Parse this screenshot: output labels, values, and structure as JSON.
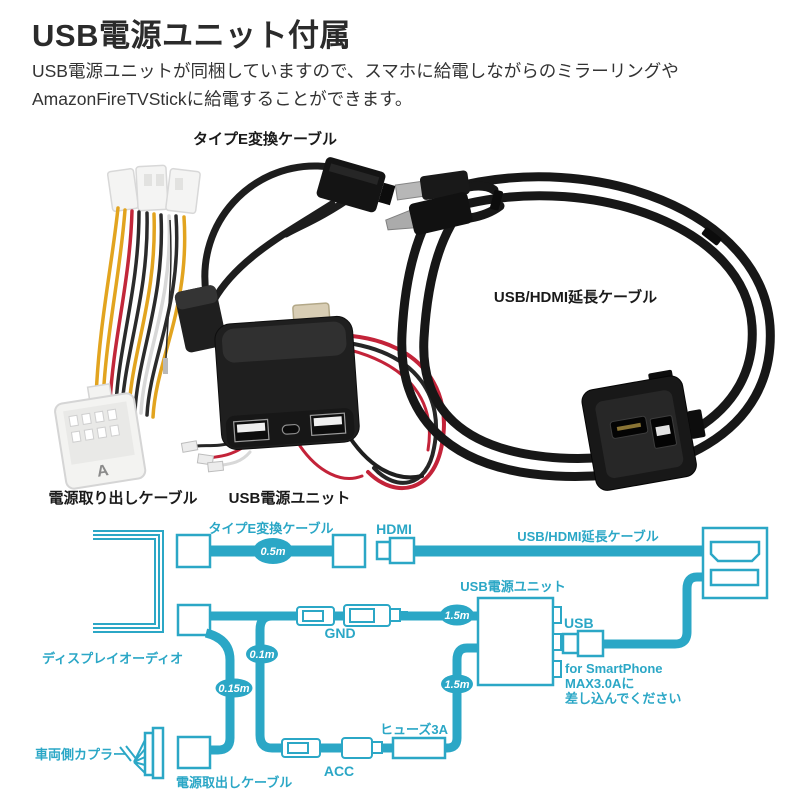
{
  "page": {
    "background": "#ffffff"
  },
  "header": {
    "title": "USB電源ユニット付属",
    "description_line1": "USB電源ユニットが同梱していますので、スマホに給電しながらのミラーリングや",
    "description_line2": "AmazonFireTVStickに給電することができます。"
  },
  "photo": {
    "labels": {
      "type_e_cable": "タイプE変換ケーブル",
      "usb_hdmi_cable": "USB/HDMI延長ケーブル",
      "power_takeout_cable": "電源取り出しケーブル",
      "usb_unit": "USB電源ユニット"
    },
    "connector_marking": "A"
  },
  "diagram": {
    "accent_color": "#2ba7c6",
    "labels": {
      "type_e_cable": "タイプE変換ケーブル",
      "hdmi": "HDMI",
      "usb_hdmi_cable": "USB/HDMI延長ケーブル",
      "usb_unit": "USB電源ユニット",
      "display_audio": "ディスプレイオーディオ",
      "gnd": "GND",
      "usb": "USB",
      "smartphone_note_1": "for SmartPhone",
      "smartphone_note_2": "MAX3.0Aに",
      "smartphone_note_3": "差し込んでください",
      "fuse": "ヒューズ3A",
      "acc": "ACC",
      "vehicle_coupler": "車両側カプラー",
      "power_takeout_cable": "電源取出しケーブル"
    },
    "lengths": {
      "type_e": "0.5m",
      "gnd_branch": "0.1m",
      "takeout": "0.15m",
      "gnd_to_unit": "1.5m",
      "acc_to_unit": "1.5m"
    }
  }
}
